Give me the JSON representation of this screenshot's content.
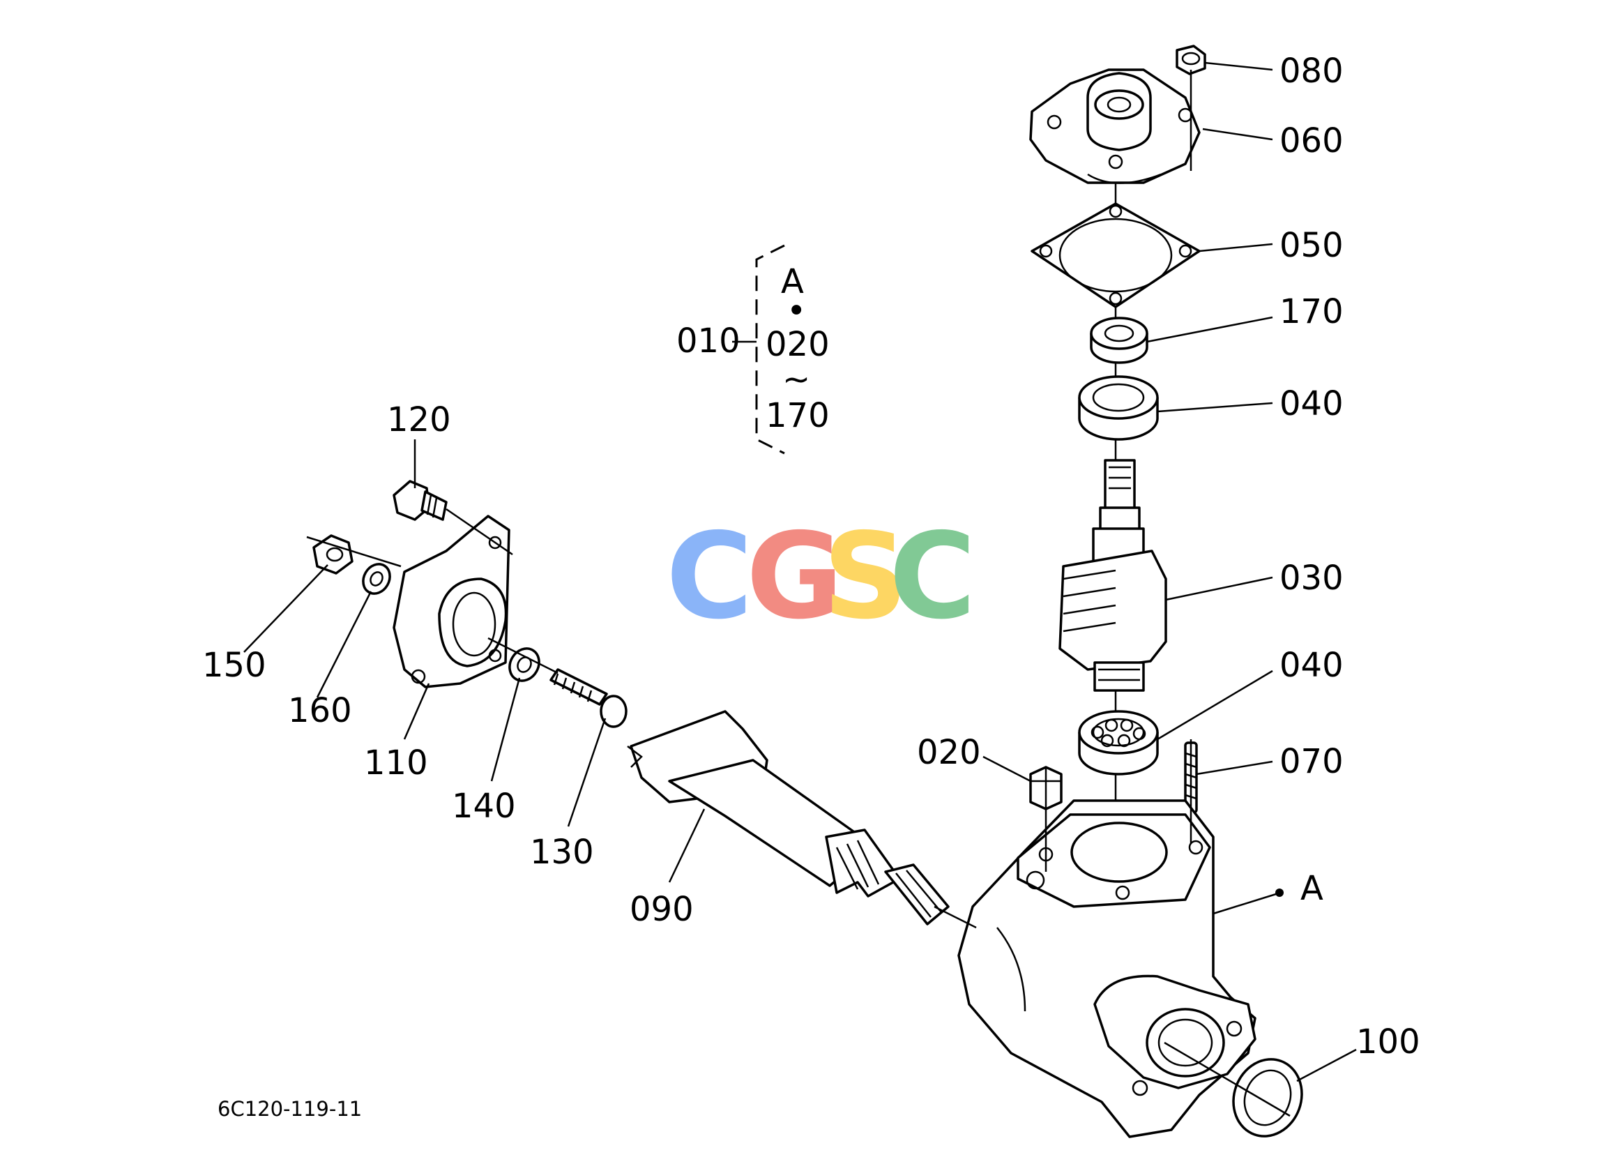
{
  "diagram": {
    "part_labels": {
      "p080": "080",
      "p060": "060",
      "p050": "050",
      "p170": "170",
      "p040_top": "040",
      "p030": "030",
      "p040_bottom": "040",
      "p070": "070",
      "p020": "020",
      "p100": "100",
      "p120": "120",
      "p150": "150",
      "p160": "160",
      "p110": "110",
      "p140": "140",
      "p130": "130",
      "p090": "090",
      "ref_a": "A"
    },
    "assembly_bracket": {
      "label": "010",
      "line1": "A",
      "dot": "•",
      "line2": "020",
      "tilde": "~",
      "line3": "170"
    },
    "figure_code": "6C120-119-11"
  },
  "watermark": {
    "letters": [
      "C",
      "G",
      "S",
      "C"
    ],
    "colors": [
      "#8ab4f8",
      "#f28b82",
      "#fdd663",
      "#81c995"
    ]
  }
}
